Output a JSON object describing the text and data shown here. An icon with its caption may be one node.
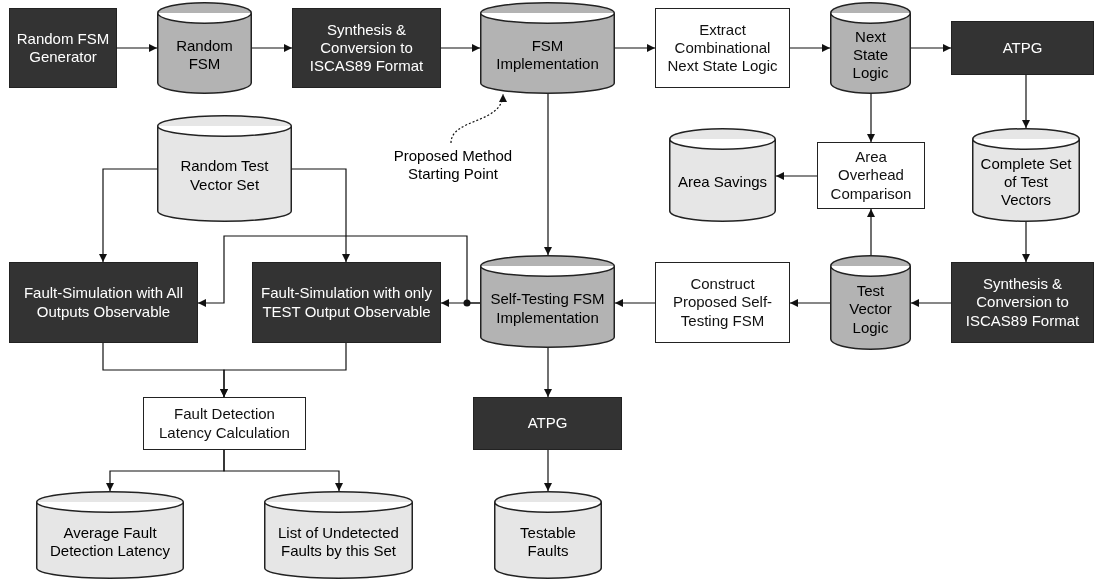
{
  "diagram": {
    "nodes": [
      {
        "text": [
          "Random FSM Generator"
        ]
      },
      {
        "text": [
          "Random FSM"
        ]
      },
      {
        "text": [
          "Synthesis & Conversion to ISCAS89 Format"
        ]
      },
      {
        "text": [
          "FSM Implementation"
        ]
      },
      {
        "text": [
          "Extract Combinational Next State Logic"
        ]
      },
      {
        "text": [
          "Next State Logic"
        ]
      },
      {
        "text": [
          "ATPG"
        ]
      },
      {
        "text": [
          "Proposed Method Starting Point"
        ]
      },
      {
        "text": [
          "Random Test Vector Set"
        ]
      },
      {
        "text": [
          "Area Savings"
        ]
      },
      {
        "text": [
          "Area Overhead Comparison"
        ]
      },
      {
        "text": [
          "Complete Set of Test Vectors"
        ]
      },
      {
        "text": [
          "Fault-Simulation with All Outputs Observable"
        ]
      },
      {
        "text": [
          "Fault-Simulation with only TEST Output Observable"
        ]
      },
      {
        "text": [
          "Self-Testing FSM Implementation"
        ]
      },
      {
        "text": [
          "Construct Proposed Self-Testing FSM"
        ]
      },
      {
        "text": [
          "Test Vector Logic"
        ]
      },
      {
        "text": [
          "Synthesis & Conversion to ISCAS89 Format"
        ]
      },
      {
        "text": [
          "Fault Detection Latency Calculation"
        ]
      },
      {
        "text": [
          "ATPG"
        ]
      },
      {
        "text": [
          "Average Fault Detection Latency"
        ]
      },
      {
        "text": [
          "List of Undetected Faults by this Set"
        ]
      },
      {
        "text": [
          "Testable Faults"
        ]
      }
    ],
    "edges": [
      {
        "from": 0,
        "to": 1,
        "arrow": "to"
      },
      {
        "from": 1,
        "to": 2,
        "arrow": "to"
      },
      {
        "from": 2,
        "to": 3,
        "arrow": "to"
      },
      {
        "from": 3,
        "to": 4,
        "arrow": "to"
      },
      {
        "from": 4,
        "to": 5,
        "arrow": "to"
      },
      {
        "from": 5,
        "to": 6,
        "arrow": "to"
      },
      {
        "from": 6,
        "to": 11,
        "arrow": "to"
      },
      {
        "from": 7,
        "to": 3,
        "arrow": "to",
        "style": "dashed"
      },
      {
        "from": 5,
        "to": 10,
        "arrow": "to"
      },
      {
        "from": 10,
        "to": 9,
        "arrow": "to"
      },
      {
        "from": 3,
        "to": 14,
        "arrow": "to"
      },
      {
        "from": 11,
        "to": 17,
        "arrow": "to"
      },
      {
        "from": 17,
        "to": 16,
        "arrow": "to"
      },
      {
        "from": 16,
        "to": 10,
        "arrow": "to"
      },
      {
        "from": 16,
        "to": 15,
        "arrow": "to"
      },
      {
        "from": 15,
        "to": 14,
        "arrow": "to"
      },
      {
        "from": 8,
        "to": 12,
        "arrow": "to"
      },
      {
        "from": 8,
        "to": 13,
        "arrow": "to"
      },
      {
        "from": 14,
        "to": 13,
        "arrow": "to"
      },
      {
        "from": 14,
        "to": 12,
        "arrow": "to"
      },
      {
        "from": 12,
        "to": 18,
        "arrow": "to"
      },
      {
        "from": 13,
        "to": 18,
        "arrow": "to"
      },
      {
        "from": 18,
        "to": 20,
        "arrow": "to"
      },
      {
        "from": 18,
        "to": 21,
        "arrow": "to"
      },
      {
        "from": 14,
        "to": 19,
        "arrow": "to"
      },
      {
        "from": 19,
        "to": 22,
        "arrow": "to"
      }
    ]
  }
}
